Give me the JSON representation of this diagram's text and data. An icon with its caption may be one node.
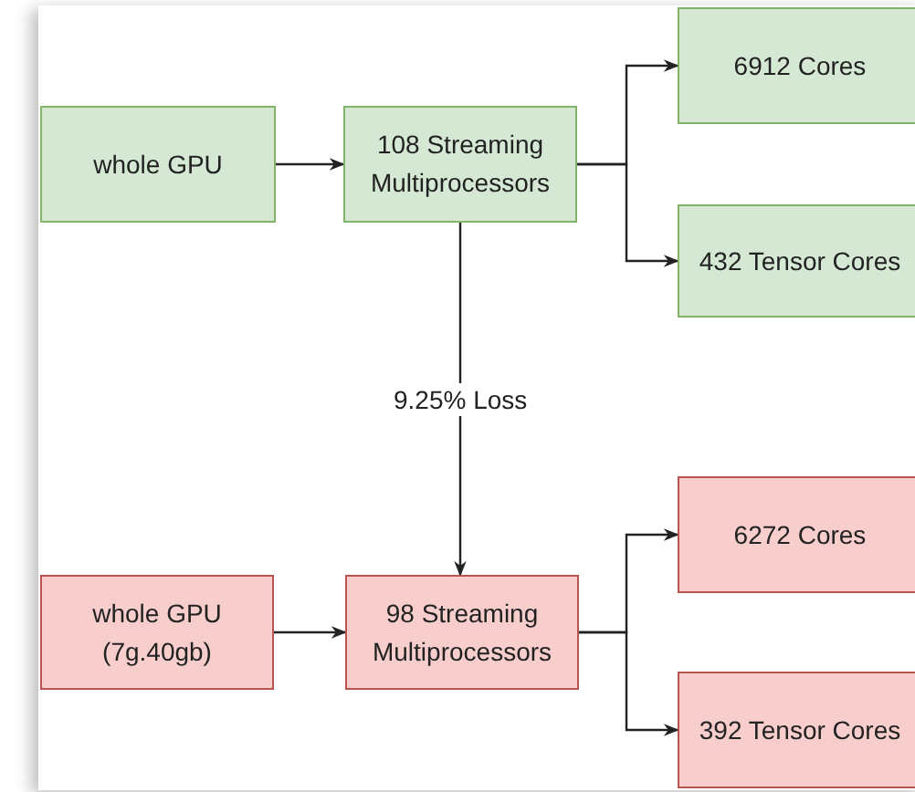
{
  "diagram": {
    "nodes": [
      {
        "text": [
          "whole GPU"
        ]
      },
      {
        "text": [
          "108 Streaming Multiprocessors"
        ]
      },
      {
        "text": [
          "6912 Cores"
        ]
      },
      {
        "text": [
          "432 Tensor Cores"
        ]
      },
      {
        "text": [
          "whole GPU (7g.40gb)"
        ]
      },
      {
        "text": [
          "98 Streaming Multiprocessors"
        ]
      },
      {
        "text": [
          "6272 Cores"
        ]
      },
      {
        "text": [
          "392 Tensor Cores"
        ]
      }
    ],
    "edges": [
      {
        "from": 0,
        "to": 1,
        "arrow": "to"
      },
      {
        "from": 1,
        "to": 2,
        "arrow": "to"
      },
      {
        "from": 1,
        "to": 3,
        "arrow": "to"
      },
      {
        "from": 1,
        "to": 5,
        "arrow": "to",
        "label": "9.25% Loss"
      },
      {
        "from": 4,
        "to": 5,
        "arrow": "to"
      },
      {
        "from": 5,
        "to": 6,
        "arrow": "to"
      },
      {
        "from": 5,
        "to": 7,
        "arrow": "to"
      }
    ]
  }
}
